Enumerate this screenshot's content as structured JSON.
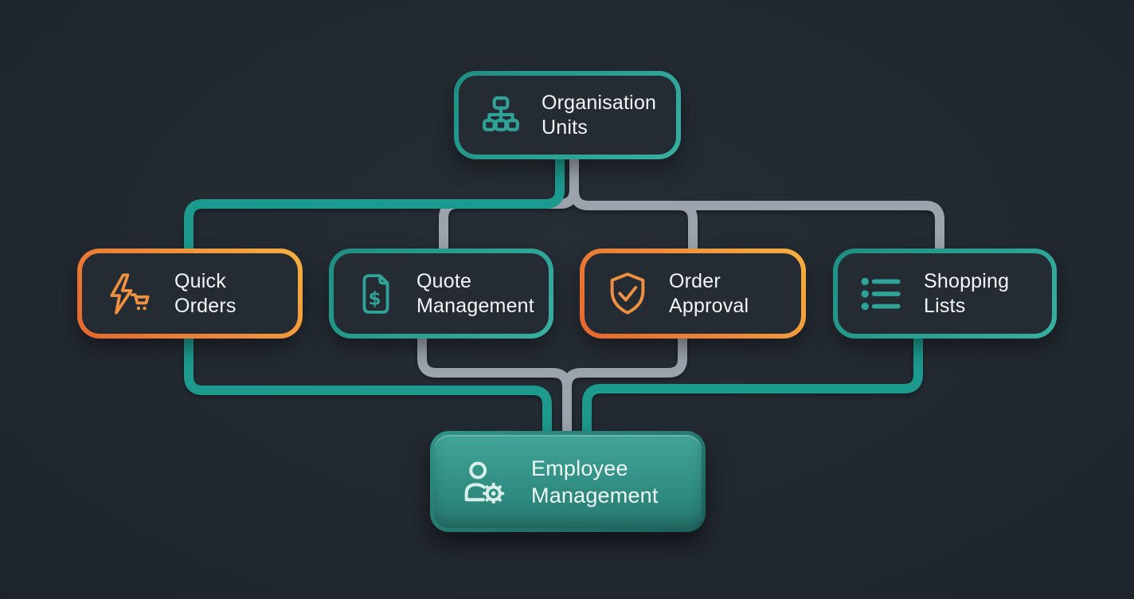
{
  "title": "B2B commerce modules diagram",
  "colors": {
    "background": "#20262e",
    "teal_line": "#1f9a8d",
    "gray_line": "#9ba3ad",
    "teal_border": "#2aa093",
    "orange_border_start": "#e5662f",
    "orange_border_end": "#f6b041",
    "node_background": "#242b33",
    "employee_fill_top": "#42a597",
    "employee_fill_bottom": "#27796f",
    "text": "#f3f5f7"
  },
  "nodes": {
    "organisation_units": {
      "label_line1": "Organisation",
      "label_line2": "Units",
      "icon": "hierarchy-icon",
      "theme": "teal-outline"
    },
    "quick_orders": {
      "label_line1": "Quick",
      "label_line2": "Orders",
      "icon": "lightning-cart-icon",
      "theme": "orange-outline"
    },
    "quote_management": {
      "label_line1": "Quote",
      "label_line2": "Management",
      "icon": "document-dollar-icon",
      "theme": "teal-outline"
    },
    "order_approval": {
      "label_line1": "Order",
      "label_line2": "Approval",
      "icon": "shield-check-icon",
      "theme": "orange-outline"
    },
    "shopping_lists": {
      "label_line1": "Shopping",
      "label_line2": "Lists",
      "icon": "bullet-list-icon",
      "theme": "teal-outline"
    },
    "employee_management": {
      "label_line1": "Employee",
      "label_line2": "Management",
      "icon": "user-gear-icon",
      "theme": "teal-filled"
    }
  },
  "edges": [
    {
      "from": "organisation-units",
      "to": "quick-orders",
      "color": "teal"
    },
    {
      "from": "organisation-units",
      "to": "quote-management",
      "color": "gray"
    },
    {
      "from": "organisation-units",
      "to": "order-approval",
      "color": "gray"
    },
    {
      "from": "organisation-units",
      "to": "shopping-lists",
      "color": "gray"
    },
    {
      "from": "quick-orders",
      "to": "employee-management",
      "color": "teal"
    },
    {
      "from": "quote-management",
      "to": "employee-management",
      "color": "gray"
    },
    {
      "from": "order-approval",
      "to": "employee-management",
      "color": "gray"
    },
    {
      "from": "shopping-lists",
      "to": "employee-management",
      "color": "teal"
    }
  ]
}
